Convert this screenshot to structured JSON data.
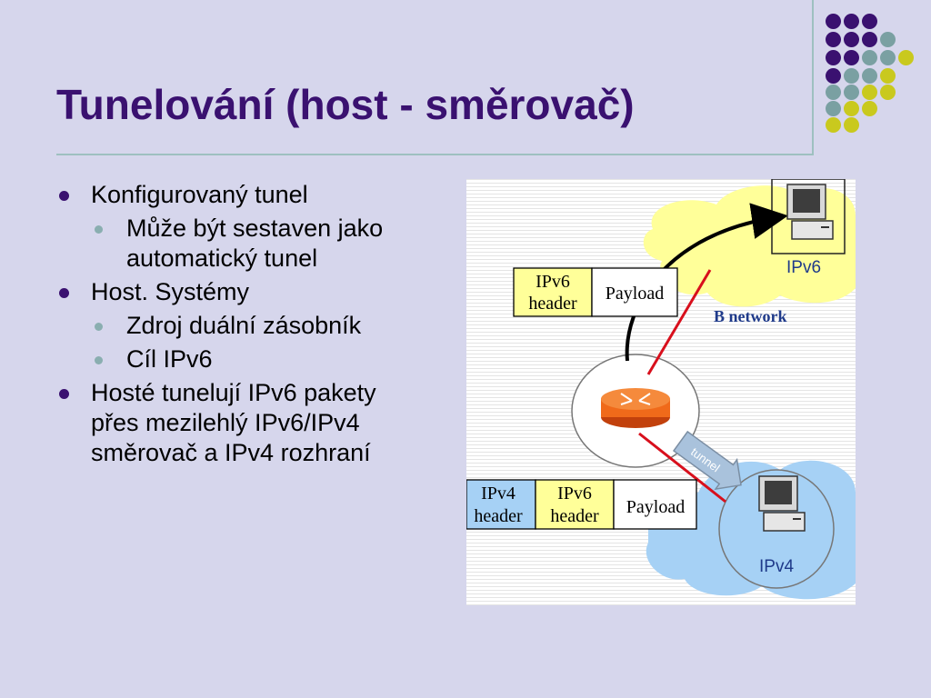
{
  "slide": {
    "title": "Tunelování (host - směrovač)",
    "accent_colors": {
      "title": "#3a1170",
      "dot_purple": "#3a1170",
      "dot_teal": "#7aa0a2",
      "dot_yellow": "#c9c91e"
    }
  },
  "bullets": [
    {
      "level": 1,
      "text": "Konfigurovaný tunel"
    },
    {
      "level": 2,
      "text": "Může být sestaven jako automatický tunel"
    },
    {
      "level": 1,
      "text": "Host. Systémy"
    },
    {
      "level": 2,
      "text": "Zdroj duální zásobník"
    },
    {
      "level": 2,
      "text": "Cíl IPv6"
    },
    {
      "level": 1,
      "text": "Hosté tunelují IPv6 pakety přes mezilehlý IPv6/IPv4 směrovač a IPv4 rozhraní"
    }
  ],
  "diagram": {
    "ipv6_packet": {
      "header_line1": "IPv6",
      "header_line2": "header",
      "payload": "Payload"
    },
    "ipv4_packet": {
      "ipv4_line1": "IPv4",
      "ipv4_line2": "header",
      "ipv6_line1": "IPv6",
      "ipv6_line2": "header",
      "payload": "Payload"
    },
    "network_label": "B network",
    "ipv6_host_label": "IPv6",
    "ipv4_host_label": "IPv4",
    "tunnel_label": "tunnel",
    "icons": [
      "computer-icon",
      "router-icon"
    ]
  }
}
